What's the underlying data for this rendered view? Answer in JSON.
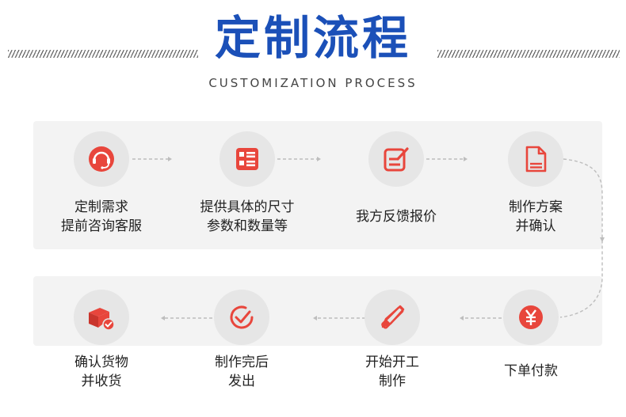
{
  "header": {
    "title": "定制流程",
    "subtitle": "CUSTOMIZATION PROCESS"
  },
  "accent_color": "#e8463c",
  "title_color": "#1b50b8",
  "steps": [
    {
      "icon": "customer-service-icon",
      "lines": [
        "定制需求",
        "提前咨询客服"
      ]
    },
    {
      "icon": "list-icon",
      "lines": [
        "提供具体的尺寸",
        "参数和数量等"
      ]
    },
    {
      "icon": "edit-icon",
      "lines": [
        "我方反馈报价"
      ]
    },
    {
      "icon": "document-icon",
      "lines": [
        "制作方案",
        "并确认"
      ]
    },
    {
      "icon": "yen-icon",
      "lines": [
        "下单付款"
      ]
    },
    {
      "icon": "tools-icon",
      "lines": [
        "开始开工",
        "制作"
      ]
    },
    {
      "icon": "check-icon",
      "lines": [
        "制作完后",
        "发出"
      ]
    },
    {
      "icon": "package-icon",
      "lines": [
        "确认货物",
        "并收货"
      ]
    }
  ]
}
